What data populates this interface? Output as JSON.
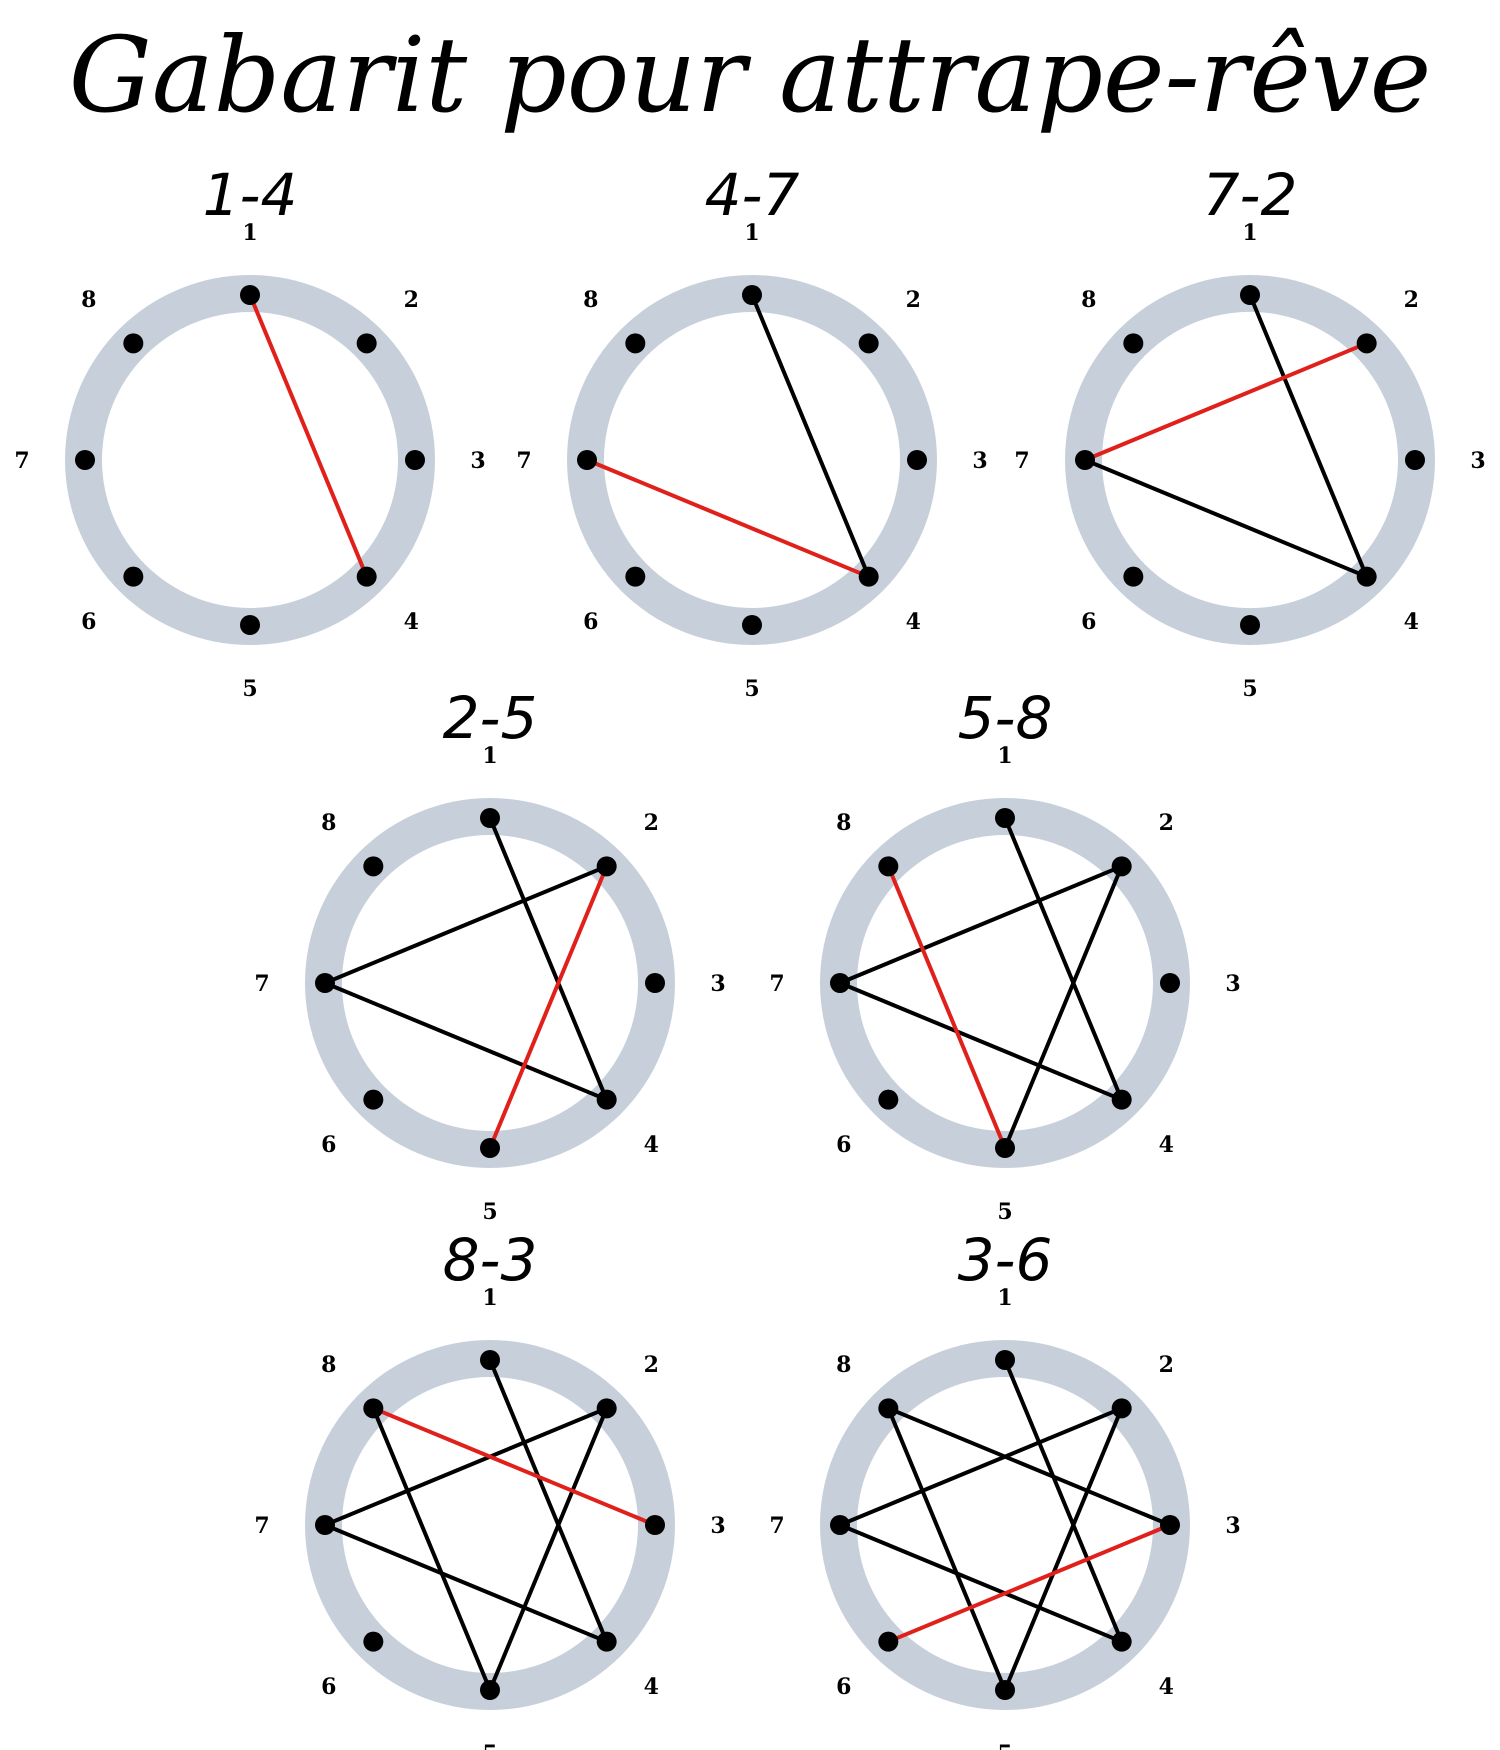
{
  "title": "Gabarit pour attrape-rêve",
  "colors": {
    "ring": "#c7d0da",
    "peg": "#000000",
    "previous_string": "#000000",
    "current_string": "#e0201b"
  },
  "peg_labels": [
    "1",
    "2",
    "3",
    "4",
    "5",
    "6",
    "7",
    "8"
  ],
  "steps": [
    {
      "title": "1-4",
      "from": 1,
      "to": 4
    },
    {
      "title": "4-7",
      "from": 4,
      "to": 7
    },
    {
      "title": "7-2",
      "from": 7,
      "to": 2
    },
    {
      "title": "2-5",
      "from": 2,
      "to": 5
    },
    {
      "title": "5-8",
      "from": 5,
      "to": 8
    },
    {
      "title": "8-3",
      "from": 8,
      "to": 3
    },
    {
      "title": "3-6",
      "from": 3,
      "to": 6
    }
  ]
}
